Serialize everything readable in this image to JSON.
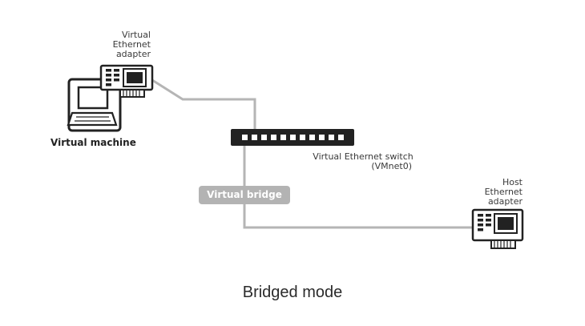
{
  "diagram": {
    "vm_adapter_label": [
      "Virtual",
      "Ethernet",
      "adapter"
    ],
    "vm_label": "Virtual machine",
    "switch_label": [
      "Virtual Ethernet switch",
      "(VMnet0)"
    ],
    "bridge_label": "Virtual bridge",
    "host_adapter_label": [
      "Host",
      "Ethernet",
      "adapter"
    ],
    "colors": {
      "line": "#b5b5b5",
      "device_dark": "#222222",
      "bridge_fill": "#b3b3b3"
    }
  },
  "caption": "Bridged mode"
}
